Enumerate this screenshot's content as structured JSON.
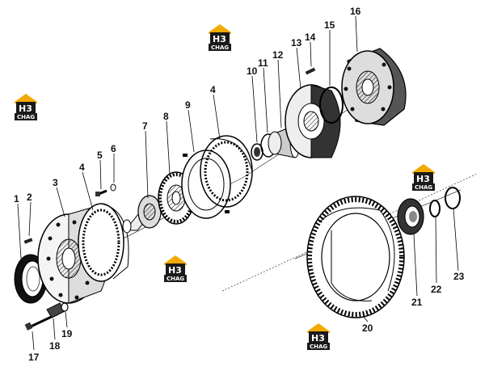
{
  "callouts": [
    {
      "id": "1",
      "label": "1"
    },
    {
      "id": "2",
      "label": "2"
    },
    {
      "id": "3",
      "label": "3"
    },
    {
      "id": "4a",
      "label": "4"
    },
    {
      "id": "5",
      "label": "5"
    },
    {
      "id": "6",
      "label": "6"
    },
    {
      "id": "7",
      "label": "7"
    },
    {
      "id": "8",
      "label": "8"
    },
    {
      "id": "9",
      "label": "9"
    },
    {
      "id": "4b",
      "label": "4"
    },
    {
      "id": "10",
      "label": "10"
    },
    {
      "id": "11",
      "label": "11"
    },
    {
      "id": "12",
      "label": "12"
    },
    {
      "id": "13",
      "label": "13"
    },
    {
      "id": "14",
      "label": "14"
    },
    {
      "id": "15",
      "label": "15"
    },
    {
      "id": "16",
      "label": "16"
    },
    {
      "id": "17",
      "label": "17"
    },
    {
      "id": "18",
      "label": "18"
    },
    {
      "id": "19",
      "label": "19"
    },
    {
      "id": "20",
      "label": "20"
    },
    {
      "id": "21",
      "label": "21"
    },
    {
      "id": "22",
      "label": "22"
    },
    {
      "id": "23",
      "label": "23"
    }
  ],
  "watermark": {
    "logo_text": "H3",
    "sub_text": "CHAG",
    "accent": "#f2a900",
    "dark": "#1a1a1a"
  }
}
